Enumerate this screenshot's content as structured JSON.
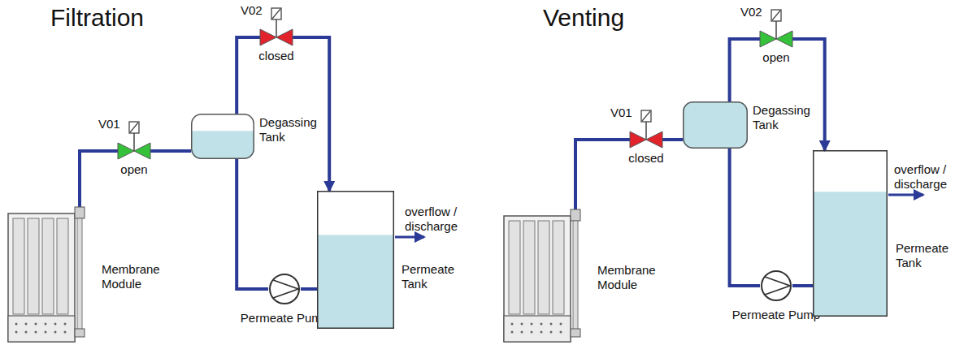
{
  "diagram": {
    "nodes": [
      {
        "text": [
          "Membrane Module"
        ]
      },
      {
        "text": [
          "V01",
          "open"
        ]
      },
      {
        "text": [
          "Degassing Tank"
        ]
      },
      {
        "text": [
          "V02",
          "closed"
        ]
      },
      {
        "text": [
          "Permeate Pump"
        ]
      },
      {
        "text": [
          "Permeate Tank"
        ]
      },
      {
        "text": [
          "Membrane Module"
        ]
      },
      {
        "text": [
          "V01",
          "closed"
        ]
      },
      {
        "text": [
          "Degassing Tank"
        ]
      },
      {
        "text": [
          "V02",
          "open"
        ]
      },
      {
        "text": [
          "Permeate Pump"
        ]
      },
      {
        "text": [
          "Permeate Tank"
        ]
      }
    ],
    "edges": [
      {
        "from": 0,
        "to": 1,
        "arrow": "none"
      },
      {
        "from": 1,
        "to": 2,
        "arrow": "none"
      },
      {
        "from": 2,
        "to": 3,
        "arrow": "none"
      },
      {
        "from": 3,
        "to": 5,
        "arrow": "to"
      },
      {
        "from": 2,
        "to": 4,
        "arrow": "none"
      },
      {
        "from": 4,
        "to": 5,
        "arrow": "none"
      },
      {
        "from": 6,
        "to": 7,
        "arrow": "none"
      },
      {
        "from": 7,
        "to": 8,
        "arrow": "none"
      },
      {
        "from": 8,
        "to": 9,
        "arrow": "none"
      },
      {
        "from": 9,
        "to": 11,
        "arrow": "to"
      },
      {
        "from": 8,
        "to": 10,
        "arrow": "none"
      },
      {
        "from": 10,
        "to": 11,
        "arrow": "none"
      }
    ],
    "labels": [
      "Filtration",
      "overflow / discharge",
      "Venting",
      "overflow / discharge"
    ]
  }
}
